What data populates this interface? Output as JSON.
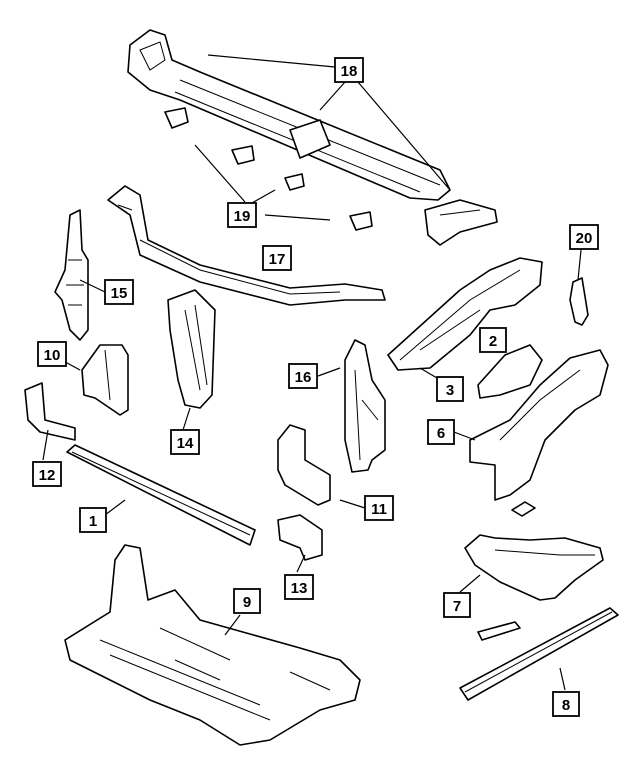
{
  "diagram": {
    "callouts": [
      {
        "id": "c1",
        "label": "1"
      },
      {
        "id": "c2",
        "label": "2"
      },
      {
        "id": "c3",
        "label": "3"
      },
      {
        "id": "c6",
        "label": "6"
      },
      {
        "id": "c7",
        "label": "7"
      },
      {
        "id": "c8",
        "label": "8"
      },
      {
        "id": "c9",
        "label": "9"
      },
      {
        "id": "c10",
        "label": "10"
      },
      {
        "id": "c11",
        "label": "11"
      },
      {
        "id": "c12",
        "label": "12"
      },
      {
        "id": "c13",
        "label": "13"
      },
      {
        "id": "c14",
        "label": "14"
      },
      {
        "id": "c15",
        "label": "15"
      },
      {
        "id": "c16",
        "label": "16"
      },
      {
        "id": "c17",
        "label": "17"
      },
      {
        "id": "c18",
        "label": "18"
      },
      {
        "id": "c19",
        "label": "19"
      },
      {
        "id": "c20",
        "label": "20"
      }
    ]
  }
}
